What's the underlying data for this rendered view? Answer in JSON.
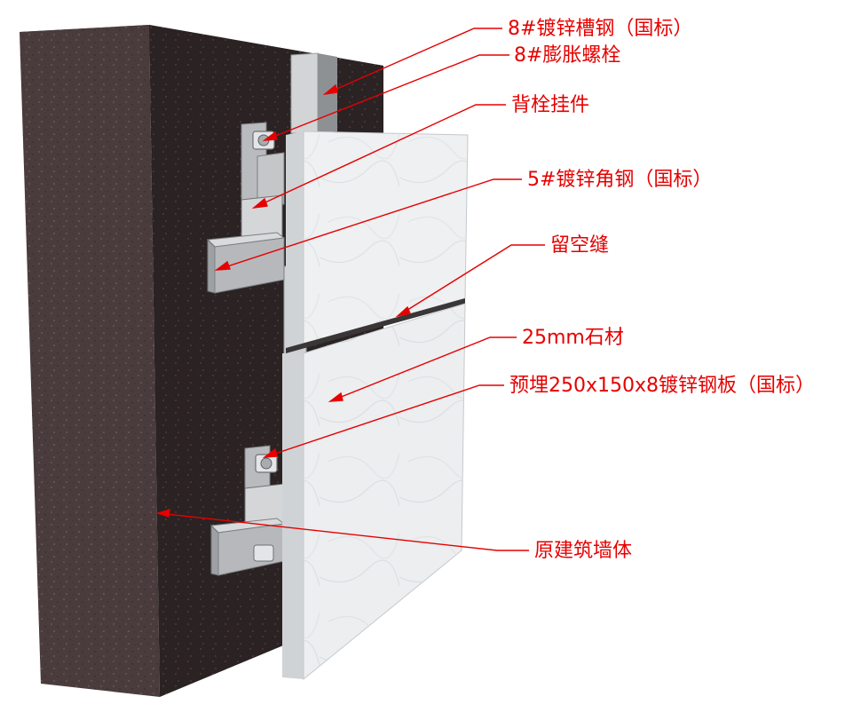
{
  "colors": {
    "annotation": "#e60000",
    "wall_front": "#4a3c3d",
    "wall_side": "#2b2223",
    "wall_top": "#5c4f50",
    "stone": "#eef0f1",
    "stone_edge": "#cfd3d6",
    "steel": "#c7c9cb",
    "steel_dark": "#8e9194"
  },
  "labels": {
    "channel_steel": "8#镀锌槽钢（国标）",
    "expansion_bolt": "8#膨胀螺栓",
    "back_bolt_hanger": "背栓挂件",
    "angle_steel": "5#镀锌角钢（国标）",
    "gap": "留空缝",
    "stone": "25mm石材",
    "embedded_plate": "预埋250x150x8镀锌钢板（国标）",
    "wall": "原建筑墙体"
  }
}
